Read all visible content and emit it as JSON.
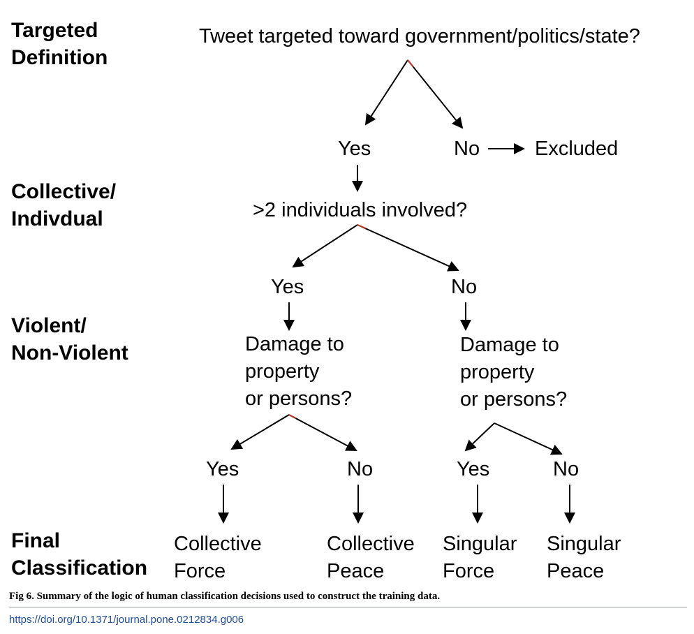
{
  "stages": {
    "targeted": [
      "Targeted",
      "Definition"
    ],
    "collective": [
      "Collective/",
      "Indivdual"
    ],
    "violent": [
      "Violent/",
      "Non-Violent"
    ],
    "final": [
      "Final",
      "Classification"
    ]
  },
  "questions": {
    "q1": "Tweet targeted toward government/politics/state?",
    "q2": ">2 individuals involved?",
    "q3": [
      "Damage to",
      "property",
      "or persons?"
    ],
    "q4": [
      "Damage to",
      "property",
      "or persons?"
    ]
  },
  "answers": {
    "yes": "Yes",
    "no": "No",
    "excluded": "Excluded"
  },
  "outcomes": {
    "collective_force": [
      "Collective",
      "Force"
    ],
    "collective_peace": [
      "Collective",
      "Peace"
    ],
    "singular_force": [
      "Singular",
      "Force"
    ],
    "singular_peace": [
      "Singular",
      "Peace"
    ]
  },
  "caption": {
    "label": "Fig 6.",
    "text": "Summary of the logic of human classification decisions used to construct the training data."
  },
  "doi": "https://doi.org/10.1371/journal.pone.0212834.g006"
}
